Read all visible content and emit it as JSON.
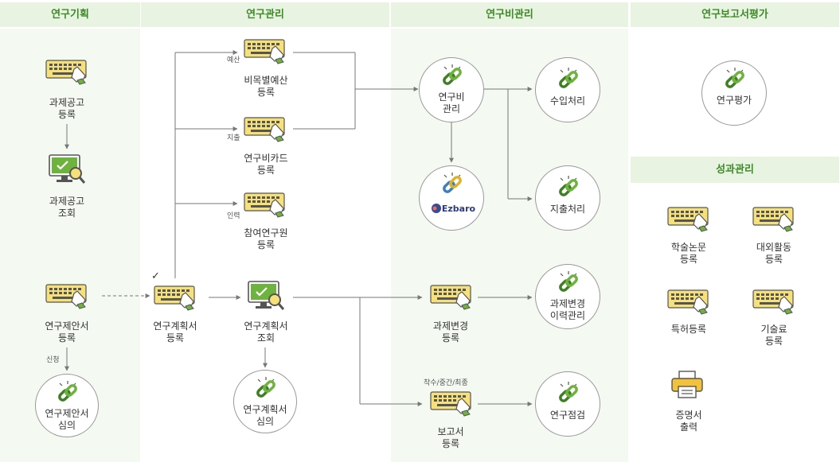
{
  "headers": {
    "planning": "연구기획",
    "management": "연구관리",
    "expense": "연구비관리",
    "report": "연구보고서평가",
    "performance": "성과관리"
  },
  "planning": {
    "announce_register": "과제공고\n등록",
    "announce_view": "과제공고\n조회",
    "proposal_register": "연구제안서\n등록",
    "apply_label": "신청",
    "proposal_review": "연구제안서\n심의"
  },
  "management": {
    "budget_tag": "예산",
    "budget_register": "비목별예산\n등록",
    "expense_tag": "지출",
    "card_register": "연구비카드\n등록",
    "personnel_tag": "인력",
    "researcher_register": "참여연구원\n등록",
    "check_mark": "✓",
    "plan_register": "연구계획서\n등록",
    "plan_view": "연구계획서\n조회",
    "plan_review": "연구계획서\n심의"
  },
  "expense": {
    "fund_manage": "연구비\n관리",
    "income": "수입처리",
    "ezbaro": "Ezbaro",
    "spending": "지출처리",
    "change_register": "과제변경\n등록",
    "change_history": "과제변경\n이력관리",
    "report_stage_tag": "착수/중간/최종",
    "report_register": "보고서\n등록",
    "inspection": "연구점검"
  },
  "report": {
    "evaluation": "연구평가"
  },
  "performance": {
    "paper": "학술논문\n등록",
    "external": "대외활동\n등록",
    "patent": "특허등록",
    "tech_fee": "기술료\n등록",
    "certificate": "증명서\n출력"
  },
  "colors": {
    "header_bg": "#e8f3e2",
    "header_text": "#3e8a28",
    "column_bg": "#f4f9f2",
    "keyboard": "#f6e07a",
    "icon_green": "#6fb33f",
    "line": "#777777"
  },
  "icons": [
    "keyboard-hand-icon",
    "monitor-search-icon",
    "chain-link-icon",
    "printer-icon",
    "ezbaro-logo"
  ]
}
